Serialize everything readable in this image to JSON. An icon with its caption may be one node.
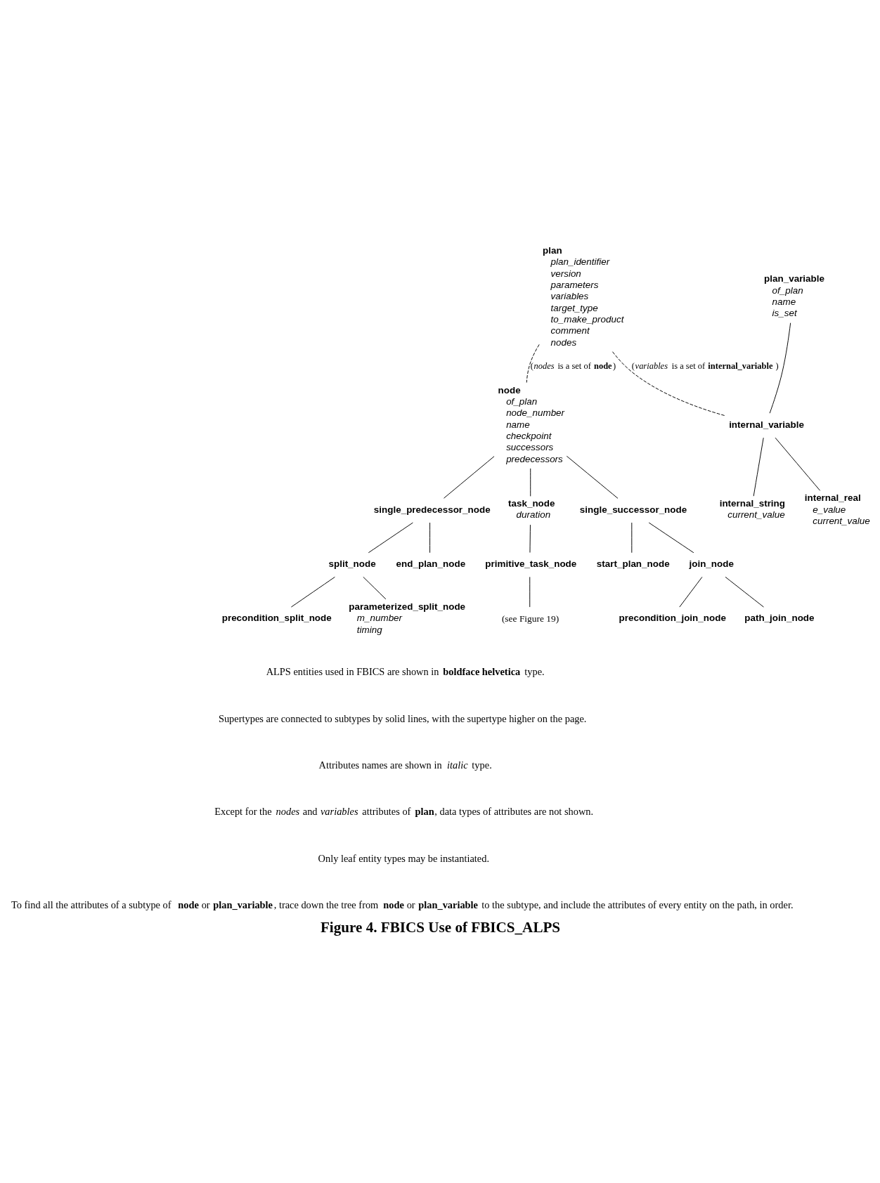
{
  "diagram": {
    "title": "Figure 4. FBICS Use of FBICS_ALPS",
    "nodes": [
      {
        "text": [
          "plan",
          "plan_identifier",
          "version",
          "parameters",
          "variables",
          "target_type",
          "to_make_product",
          "comment",
          "nodes"
        ]
      },
      {
        "text": [
          "plan_variable",
          "of_plan",
          "name",
          "is_set"
        ]
      },
      {
        "text": [
          "node",
          "of_plan",
          "node_number",
          "name",
          "checkpoint",
          "successors",
          "predecessors"
        ]
      },
      {
        "text": [
          "internal_variable"
        ]
      },
      {
        "text": [
          "internal_string",
          "current_value"
        ]
      },
      {
        "text": [
          "internal_real",
          "e_value",
          "current_value"
        ]
      },
      {
        "text": [
          "single_predecessor_node"
        ]
      },
      {
        "text": [
          "task_node",
          "duration"
        ]
      },
      {
        "text": [
          "single_successor_node"
        ]
      },
      {
        "text": [
          "split_node"
        ]
      },
      {
        "text": [
          "end_plan_node"
        ]
      },
      {
        "text": [
          "primitive_task_node"
        ]
      },
      {
        "text": [
          "start_plan_node"
        ]
      },
      {
        "text": [
          "join_node"
        ]
      },
      {
        "text": [
          "precondition_split_node"
        ]
      },
      {
        "text": [
          "parameterized_split_node",
          "m_number",
          "timing"
        ]
      },
      {
        "text": [
          "(see Figure 19)"
        ]
      },
      {
        "text": [
          "precondition_join_node"
        ]
      },
      {
        "text": [
          "path_join_node"
        ]
      }
    ],
    "edges": [
      {
        "from": 0,
        "to": 3,
        "arrow": "none",
        "style": "dashed",
        "label": "(*variables* is a set of **internal_variable**)"
      },
      {
        "from": 0,
        "to": 2,
        "arrow": "none",
        "style": "dashed",
        "label": "(*nodes* is a set of **node**)"
      },
      {
        "from": 1,
        "to": 3,
        "arrow": "none"
      },
      {
        "from": 3,
        "to": 4,
        "arrow": "none"
      },
      {
        "from": 3,
        "to": 5,
        "arrow": "none"
      },
      {
        "from": 2,
        "to": 6,
        "arrow": "none"
      },
      {
        "from": 2,
        "to": 7,
        "arrow": "none"
      },
      {
        "from": 2,
        "to": 8,
        "arrow": "none"
      },
      {
        "from": 6,
        "to": 9,
        "arrow": "none"
      },
      {
        "from": 6,
        "to": 10,
        "arrow": "none"
      },
      {
        "from": 7,
        "to": 11,
        "arrow": "none"
      },
      {
        "from": 11,
        "to": 16,
        "arrow": "none"
      },
      {
        "from": 8,
        "to": 12,
        "arrow": "none"
      },
      {
        "from": 8,
        "to": 13,
        "arrow": "none"
      },
      {
        "from": 9,
        "to": 14,
        "arrow": "none"
      },
      {
        "from": 9,
        "to": 15,
        "arrow": "none"
      },
      {
        "from": 13,
        "to": 17,
        "arrow": "none"
      },
      {
        "from": 13,
        "to": 18,
        "arrow": "none"
      }
    ],
    "labels": [
      "ALPS entities used in FBICS are shown in **boldface helvetica** type.",
      "Supertypes are connected to subtypes by solid lines, with the supertype higher on the page.",
      "Attributes names are shown in *italic* type.",
      "Except for the *nodes* and *variables* attributes of **plan**, data types of attributes are not shown.",
      "Only leaf entity types may be instantiated.",
      "To find all the attributes of a subtype of **node** or **plan_variable**, trace down the tree from **node** or **plan_variable** to the subtype, and include the attributes of every entity on the path, in order."
    ]
  }
}
